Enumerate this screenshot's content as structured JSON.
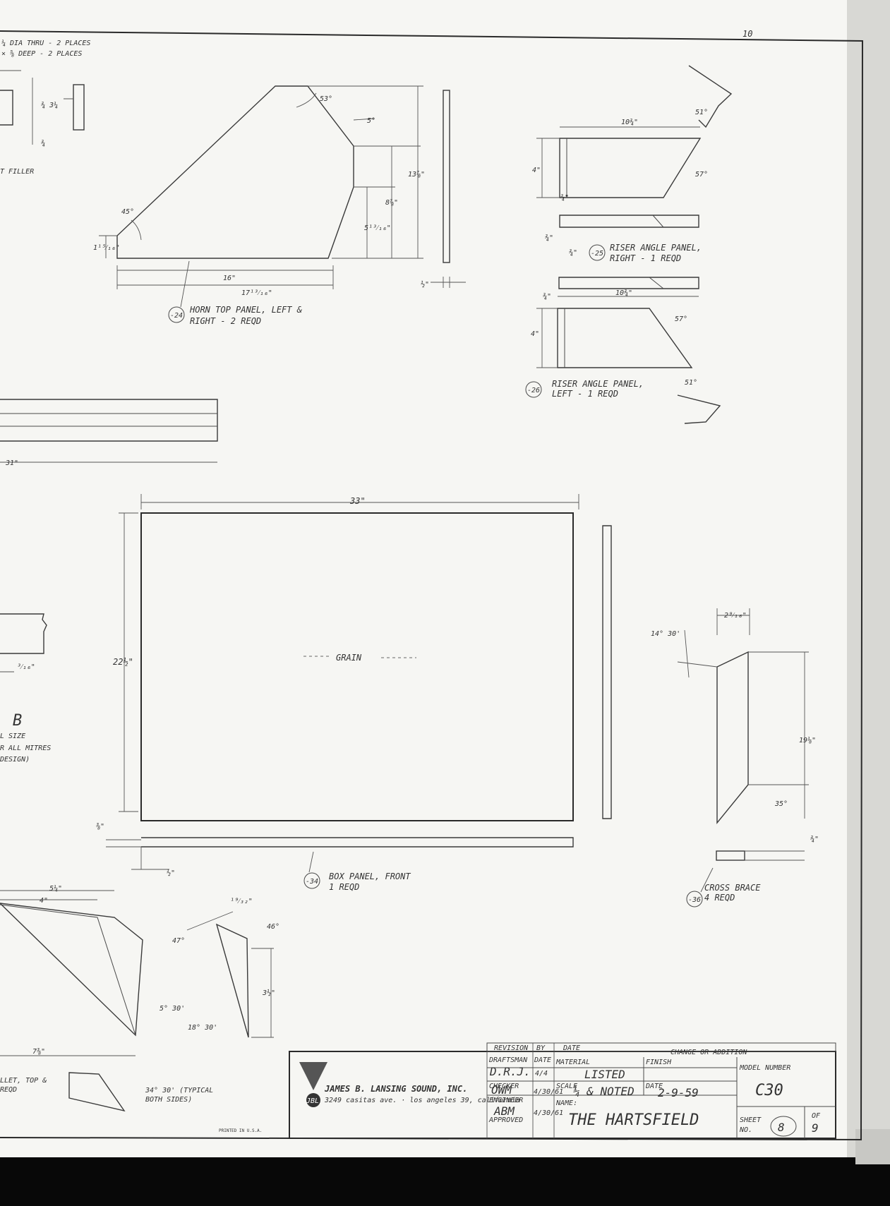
{
  "partial_labels": {
    "holes_line1": "¼ DIA THRU - 2 PLACES",
    "holes_line2": "× ⅝ DEEP - 2 PLACES",
    "filler": "T FILLER",
    "section_letter": "B",
    "full_size": "L SIZE",
    "all_mitres": "R ALL MITRES",
    "design": "DESIGN)",
    "fillet_top": "LLET, TOP &",
    "fillet_reqd": "REQD",
    "typical_angle": "34° 30' (TYPICAL",
    "typical_sides": "BOTH SIDES)"
  },
  "horn_top_panel": {
    "part_number": "-24",
    "label_line1": "HORN TOP PANEL, LEFT &",
    "label_line2": "RIGHT - 2 REQD",
    "dims": {
      "angle_top": "53°",
      "angle_side": "5°",
      "angle_bottom": "45°",
      "height_total": "13⅞\"",
      "height_mid": "8⅞\"",
      "height_low": "5¹³⁄₁₆\"",
      "height_left": "1¹⁵⁄₁₆\"",
      "width_inner": "16\"",
      "width_total": "17¹³⁄₁₆\"",
      "thickness": "½\""
    }
  },
  "riser_angle_panel_right": {
    "part_number": "-25",
    "label_line1": "RISER ANGLE PANEL,",
    "label_line2": "RIGHT - 1 REQD",
    "dims": {
      "width": "10¾\"",
      "height": "4\"",
      "angle_cut": "57°",
      "angle_end": "51°",
      "edge": "¾\"",
      "thickness": "¾\""
    }
  },
  "riser_angle_panel_left": {
    "part_number": "-26",
    "label_line1": "RISER ANGLE PANEL,",
    "label_line2": "LEFT - 1 REQD",
    "dims": {
      "width": "10¾\"",
      "height": "4\"",
      "angle_cut": "57°",
      "angle_end": "51°",
      "edge": "¾\"",
      "thickness": "¾\""
    }
  },
  "long_strip": {
    "length": "31\""
  },
  "box_panel_front": {
    "part_number": "-34",
    "label_line1": "BOX PANEL, FRONT",
    "label_line2": "1 REQD",
    "grain": "GRAIN",
    "dims": {
      "width": "33\"",
      "height": "22½\"",
      "edge": "⅜\"",
      "thickness": "½\""
    }
  },
  "cross_brace": {
    "part_number": "-36",
    "label_line1": "CROSS BRACE",
    "label_line2": "4 REQD",
    "dims": {
      "angle_top": "14° 30'",
      "width": "2⁹⁄₁₆\"",
      "height": "19⅛\"",
      "angle_bottom": "35°",
      "thickness": "¾\""
    }
  },
  "lower_parts": {
    "dims": {
      "w1": "5¼\"",
      "w2": "4\"",
      "w3": "7⅜\"",
      "a1": "5° 30'",
      "a2": "47°",
      "a3": "18° 30'",
      "a4": "46°",
      "h1": "3½\"",
      "t1": "¹⁹⁄₃₂\"",
      "m1": "³⁄₁₆\""
    }
  },
  "sheet_number_top": "10",
  "title_block": {
    "headers": {
      "revision": "REVISION",
      "by": "BY",
      "date": "DATE",
      "change": "CHANGE OR ADDITION"
    },
    "company": "JAMES B. LANSING SOUND, INC.",
    "address": "3249 casitas ave. · los angeles 39, california",
    "logo_text": "JBL",
    "draftsman_label": "DRAFTSMAN",
    "draftsman": "D.R.J.",
    "draftsman_date": "4/4",
    "checker_label": "CHECKER",
    "checker": "OWM",
    "checker_date": "4/30/61",
    "engineer_label": "ENGINEER",
    "engineer": "ABM",
    "engineer_date": "4/30/61",
    "approved_label": "APPROVED",
    "date_label": "DATE",
    "material_label": "MATERIAL",
    "material": "LISTED",
    "finish_label": "FINISH",
    "scale_label": "SCALE",
    "scale": "¼ & NOTED",
    "date": "2-9-59",
    "name_label": "NAME:",
    "name": "THE HARTSFIELD",
    "model_number_label": "MODEL NUMBER",
    "model_number": "C30",
    "sheet_label": "SHEET",
    "no_label": "NO.",
    "sheet": "8",
    "of_label": "OF",
    "of": "9",
    "printed": "PRINTED IN U.S.A."
  }
}
